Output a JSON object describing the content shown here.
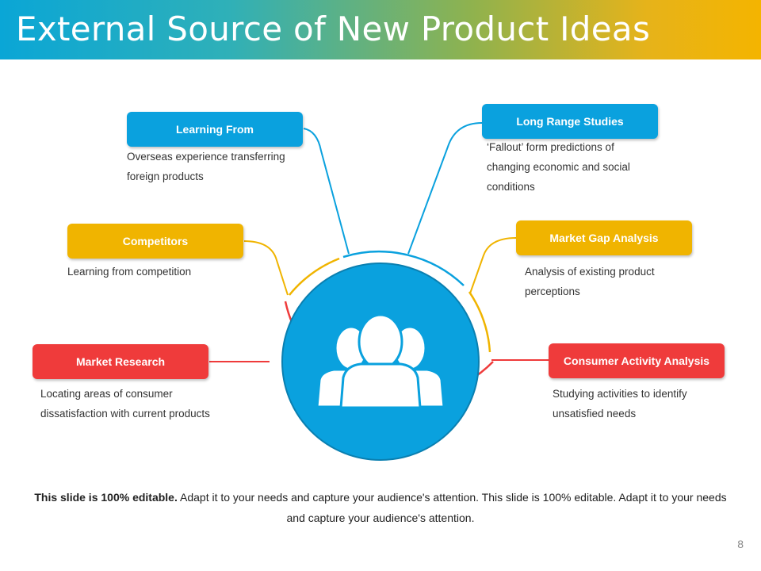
{
  "slide": {
    "title": "External Source of New Product Ideas",
    "page_number": "8"
  },
  "items": {
    "learning_from": {
      "label": "Learning From",
      "desc_line1": "Overseas experience transferring",
      "desc_line2": "foreign products"
    },
    "competitors": {
      "label": "Competitors",
      "desc_line1": "Learning from competition"
    },
    "market_research": {
      "label": "Market Research",
      "desc_line1": "Locating areas of consumer",
      "desc_line2": "dissatisfaction with current products"
    },
    "long_range": {
      "label": "Long Range Studies",
      "desc_line1": "‘Fallout’ form predictions of",
      "desc_line2": "changing economic and social",
      "desc_line3": "conditions"
    },
    "market_gap": {
      "label": "Market Gap Analysis",
      "desc_line1": "Analysis of existing product",
      "desc_line2": "perceptions"
    },
    "consumer_activity": {
      "label": "Consumer Activity Analysis",
      "desc_line1": "Studying activities to identify",
      "desc_line2": "unsatisfied needs"
    }
  },
  "footer": {
    "bold": "This slide is 100% editable.",
    "text": " Adapt it to your needs and capture your audience's attention. This slide is 100% editable. Adapt it to your needs and capture your audience's attention."
  },
  "colors": {
    "blue": "#0aa1de",
    "yellow": "#f0b400",
    "red": "#ef3b3b"
  },
  "icons": {
    "center": "users-group-icon"
  }
}
